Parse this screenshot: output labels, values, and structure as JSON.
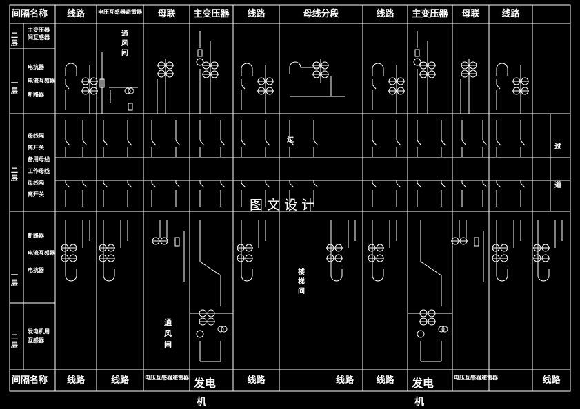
{
  "header": {
    "label": "间隔名称",
    "columns": [
      "线路",
      "电压互感器避雷器",
      "母联",
      "主变压器",
      "线路",
      "母线分段",
      "线路",
      "主变压器",
      "母联",
      "线路"
    ]
  },
  "footer": {
    "label": "间隔名称",
    "columns": [
      "线路",
      "线路",
      "电压互感器避雷器",
      "发电机",
      "线路",
      "线路",
      "线路",
      "发电机",
      "电压互感器避雷器",
      "线路"
    ]
  },
  "left_rows": {
    "floor2_top": "二层",
    "ct_label": "主变压器\n间互感器",
    "floor1_top": "一层",
    "breaker_label": "电抗器\n电流互感器\n断路器",
    "floor2_mid": "二层",
    "bus_label": "母线隔\n离开关\n备用母线\n工作母线\n母线隔\n离开关",
    "floor1_low": "一层",
    "lower_label": "断路器\n电流互感器\n电抗器",
    "floor2_bot": "二层",
    "gen_label": "发电机用\n互感器"
  },
  "annotations": {
    "vent_top": "通\n风\n间",
    "vent_bottom": "通\n风\n间",
    "passage_left": "过",
    "passage_right": "过\n道",
    "stairs": "楼\n梯\n间",
    "watermark": "图 文 设 计"
  },
  "colors": {
    "background": "#000000",
    "line": "#ffffff"
  }
}
